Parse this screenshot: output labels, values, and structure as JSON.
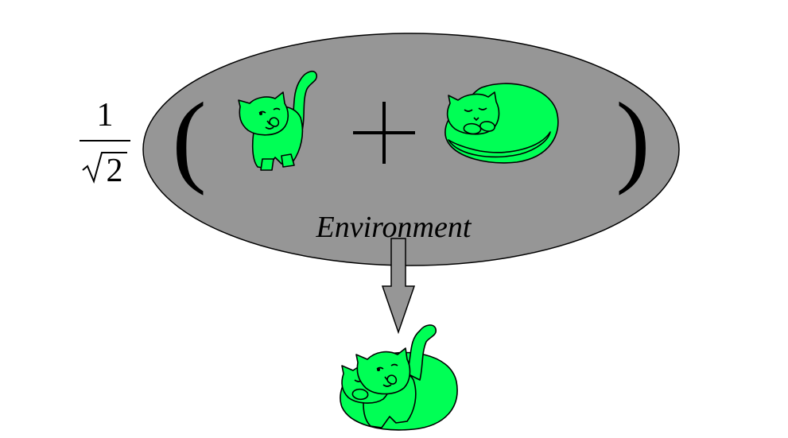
{
  "fraction": {
    "numerator": "1",
    "radicand": "2"
  },
  "equation": {
    "left_paren": "(",
    "plus": "+",
    "right_paren": ")"
  },
  "environment": {
    "label": "Environment"
  },
  "colors": {
    "ellipse_fill": "#969696",
    "cat_fill": "#00ff55",
    "outline": "#000000",
    "arrow_fill": "#969696"
  },
  "icons": {
    "awake_cat": "standing-cat-icon",
    "sleeping_cat": "sleeping-cat-icon",
    "superposed_cat": "superposed-cat-icon",
    "arrow": "down-arrow-icon"
  }
}
